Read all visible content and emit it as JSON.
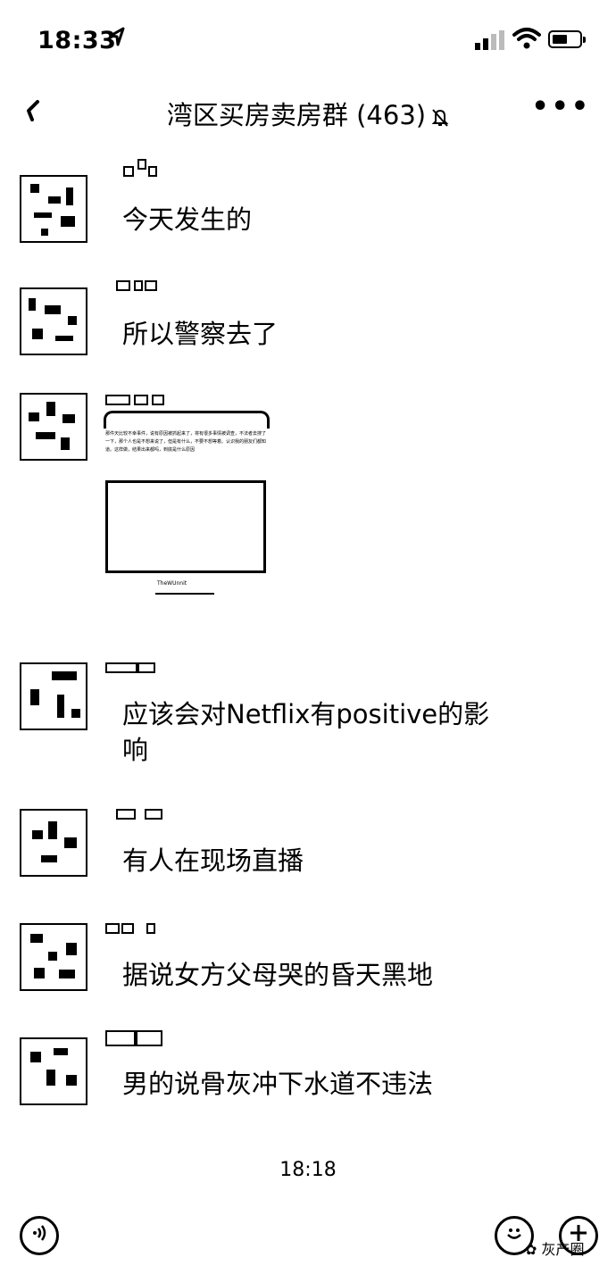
{
  "status_bar": {
    "time": "18:33"
  },
  "header": {
    "title": "湾区买房卖房群 (463)",
    "more": "•••"
  },
  "messages": [
    {
      "text": "今天发生的"
    },
    {
      "text": "所以警察去了"
    },
    {
      "type": "image",
      "card_text": "那件天比较不幸事件，说有原因被抓起来了，将有很多事情被调查，不法者去搜了一下，那个人也是不想来说了，但是有什么，不要不想等着。认识我的朋友们都知道。这样做，结果出来都吗，到底是什么原因",
      "caption": "TheWUnnit"
    },
    {
      "text": "应该会对Netflix有positive的影响"
    },
    {
      "text": "有人在现场直播"
    },
    {
      "text": "据说女方父母哭的昏天黑地"
    },
    {
      "text": "男的说骨灰冲下水道不违法"
    }
  ],
  "timestamp": "18:18",
  "watermark": "灰产圈"
}
